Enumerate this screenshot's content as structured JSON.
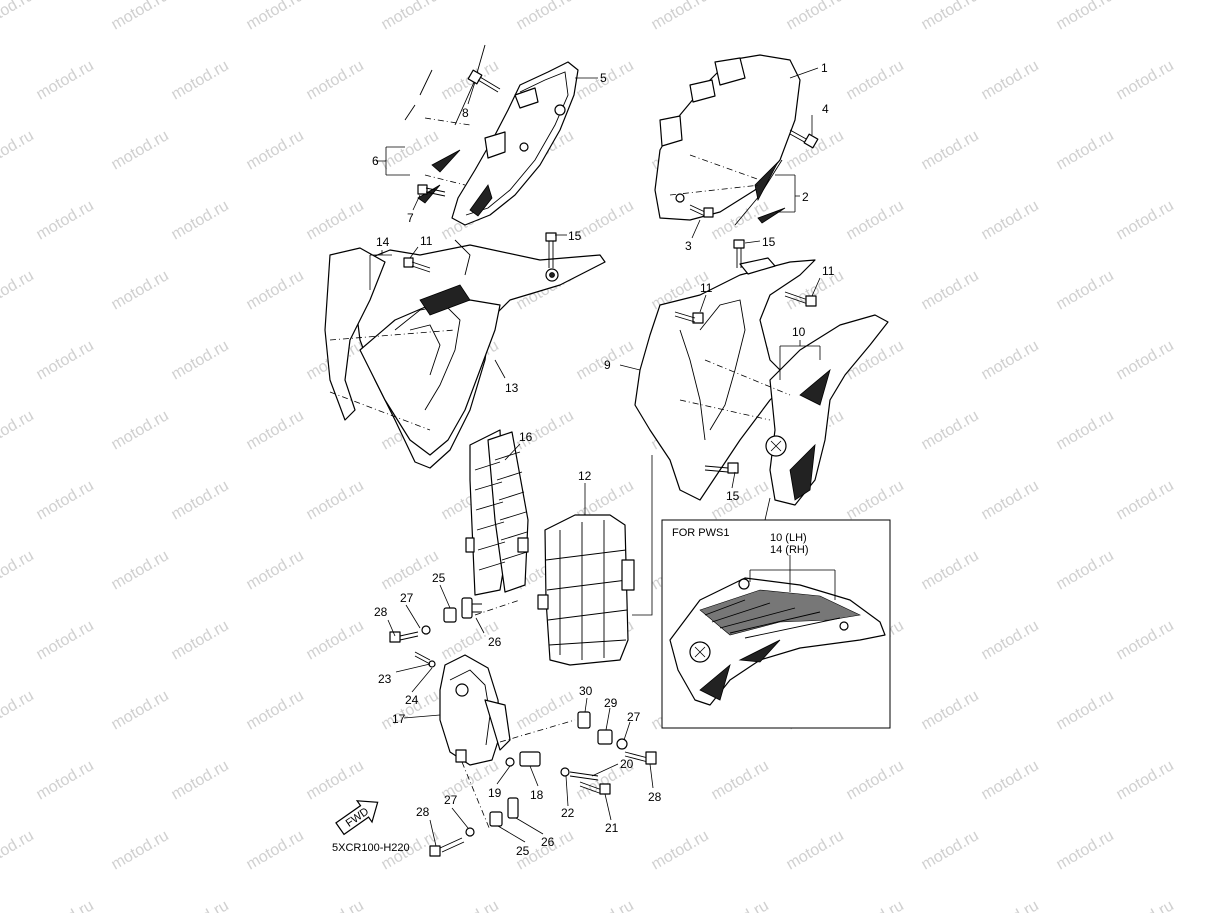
{
  "watermark": "motod.ru",
  "diagram_code": "5XCR100-H220",
  "direction_label": "FWD",
  "inset_title": "FOR PWS1",
  "inset_labels": [
    "10 (LH)",
    "14 (RH)"
  ],
  "callouts": {
    "n1": "1",
    "n2": "2",
    "n3": "3",
    "n4": "4",
    "n5": "5",
    "n6": "6",
    "n7": "7",
    "n8": "8",
    "n9": "9",
    "n10": "10",
    "n11a": "11",
    "n11b": "11",
    "n11c": "11",
    "n12": "12",
    "n13": "13",
    "n14": "14",
    "n15a": "15",
    "n15b": "15",
    "n15c": "15",
    "n16": "16",
    "n17": "17",
    "n18": "18",
    "n19": "19",
    "n20": "20",
    "n21": "21",
    "n22": "22",
    "n23": "23",
    "n24": "24",
    "n25a": "25",
    "n25b": "25",
    "n26a": "26",
    "n26b": "26",
    "n27a": "27",
    "n27b": "27",
    "n27c": "27",
    "n28a": "28",
    "n28b": "28",
    "n28c": "28",
    "n29": "29",
    "n30": "30"
  },
  "icons": {
    "logo": "yamaha-tuning-fork-icon",
    "arrow": "fwd-arrow-icon",
    "bolt": "bolt-icon"
  }
}
